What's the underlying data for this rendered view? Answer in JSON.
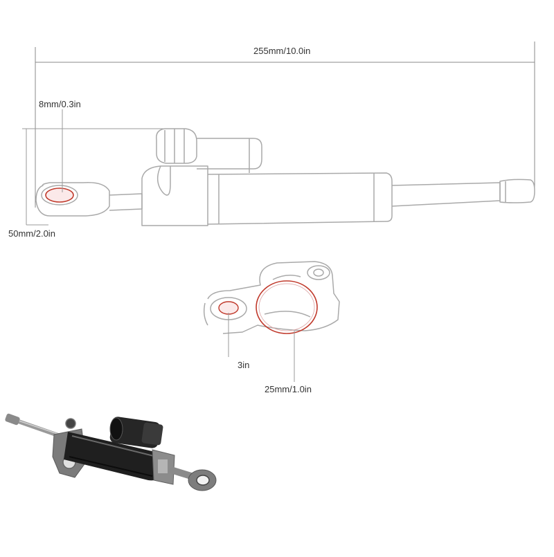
{
  "dimensions": {
    "overall_length": "255mm/10.0in",
    "eye_diameter": "8mm/0.3in",
    "body_width": "50mm/2.0in",
    "bolt_size": "3in",
    "clamp_diameter": "25mm/1.0in"
  },
  "colors": {
    "outline": "#a9a9a9",
    "dimension_line": "#888888",
    "highlight": "#c0392b",
    "label": "#333333",
    "body_black": "#1f1f1f",
    "metal_grey": "#9a9a9a"
  }
}
